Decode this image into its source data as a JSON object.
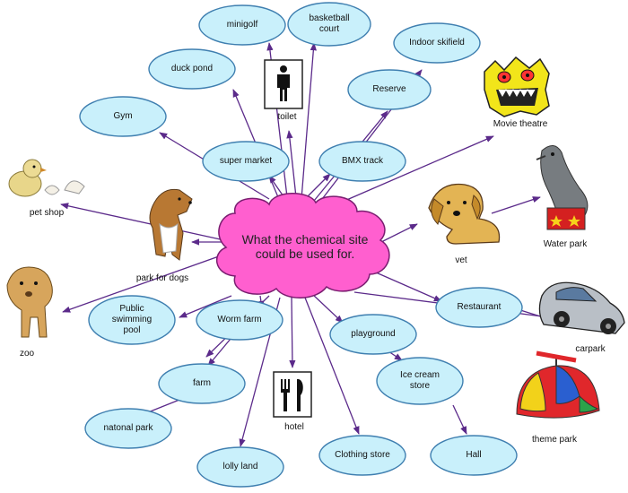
{
  "center": "What the chemical site could be used for.",
  "colors": {
    "node_fill": "#c9f0fb",
    "node_stroke": "#3f7fb0",
    "center_fill": "#ff5fcf",
    "arrow": "#5b2a8a"
  },
  "nodes": {
    "minigolf": "minigolf",
    "basketball": "basketball\ncourt",
    "duck_pond": "duck pond",
    "indoor_skifield": "Indoor skifield",
    "reserve": "Reserve",
    "gym": "Gym",
    "super_market": "super market",
    "bmx_track": "BMX track",
    "restaurant": "Restaurant",
    "public_pool": "Public\nswimming\npool",
    "worm_farm": "Worm farm",
    "playground": "playground",
    "ice_cream": "Ice cream\nstore",
    "farm": "farm",
    "national_park": "natonal park",
    "lolly_land": "lolly land",
    "clothing_store": "Clothing store",
    "hall": "Hall"
  },
  "pictures": {
    "toilet": {
      "label": "toilet",
      "icon": "toilet-icon"
    },
    "movie_theatre": {
      "label": "Movie theatre",
      "icon": "monster-face-icon"
    },
    "pet_shop": {
      "label": "pet shop",
      "icon": "chick-icon"
    },
    "park_for_dogs": {
      "label": "park for dogs",
      "icon": "collie-dog-icon"
    },
    "vet": {
      "label": "vet",
      "icon": "puppy-icon"
    },
    "water_park": {
      "label": "Water park",
      "icon": "seal-icon"
    },
    "zoo": {
      "label": "zoo",
      "icon": "lion-cub-icon"
    },
    "carpark": {
      "label": "carpark",
      "icon": "car-icon"
    },
    "theme_park": {
      "label": "theme park",
      "icon": "propeller-cap-icon"
    },
    "hotel": {
      "label": "hotel",
      "icon": "knife-fork-icon"
    }
  }
}
